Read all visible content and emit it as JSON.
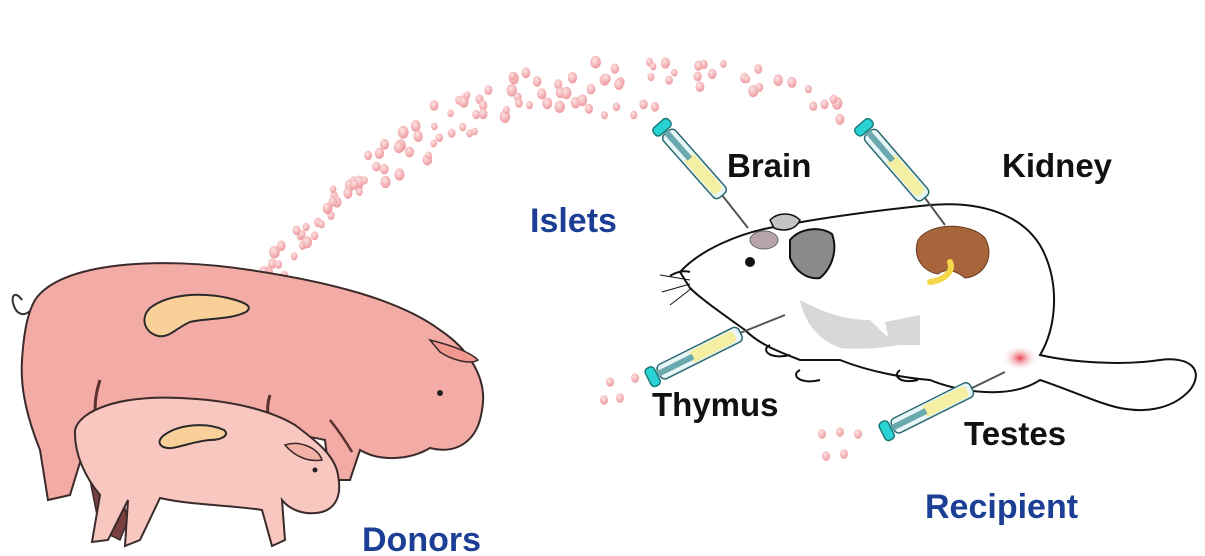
{
  "labels": {
    "brain": "Brain",
    "kidney": "Kidney",
    "islets": "Islets",
    "thymus": "Thymus",
    "testes": "Testes",
    "donors": "Donors",
    "recipient": "Recipient"
  },
  "colors": {
    "group_label": "#1c3f95",
    "organ_label": "#111111",
    "pig_skin": "#f3aba6",
    "islet_cell": "#f2a3a6",
    "syringe_fluid": "#f4efa3",
    "syringe_tip": "#29d3d3",
    "kidney": "#a8653c"
  },
  "icons": {
    "donors": [
      "adult-pig-icon",
      "piglet-icon",
      "pancreas-icon"
    ],
    "recipient": [
      "mouse-icon",
      "kidney-icon",
      "brain-icon"
    ],
    "injection": [
      "syringe-icon"
    ]
  }
}
